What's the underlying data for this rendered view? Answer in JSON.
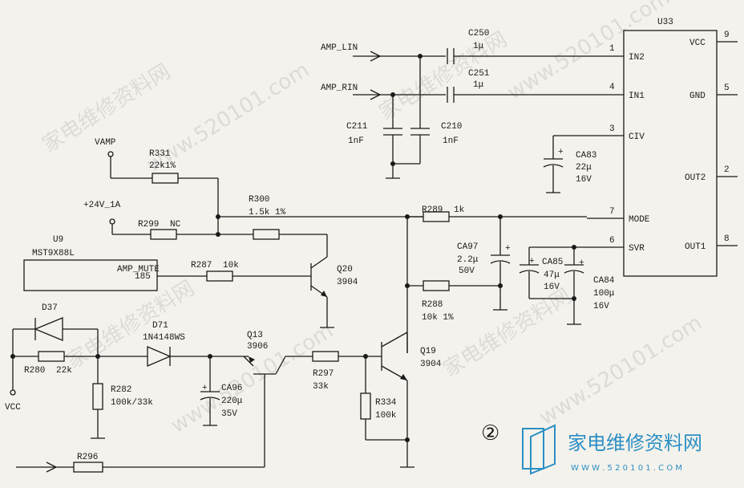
{
  "signals": {
    "amp_lin": "AMP_LIN",
    "amp_rin": "AMP_RIN",
    "vamp": "VAMP",
    "v24": "+24V_1A",
    "vcc": "VCC",
    "amp_mute": "AMP_MUTE"
  },
  "u33": {
    "ref": "U33",
    "pins": [
      {
        "num": "1",
        "name": "IN2"
      },
      {
        "num": "4",
        "name": "IN1"
      },
      {
        "num": "3",
        "name": "CIV"
      },
      {
        "num": "7",
        "name": "MODE"
      },
      {
        "num": "6",
        "name": "SVR"
      },
      {
        "num": "9",
        "name": "VCC"
      },
      {
        "num": "5",
        "name": "GND"
      },
      {
        "num": "2",
        "name": "OUT2"
      },
      {
        "num": "8",
        "name": "OUT1"
      }
    ]
  },
  "u9": {
    "ref": "U9",
    "part": "MST9X88L",
    "pin": "185"
  },
  "components": {
    "c250": {
      "ref": "C250",
      "val": "1μ"
    },
    "c251": {
      "ref": "C251",
      "val": "1μ"
    },
    "c211": {
      "ref": "C211",
      "val": "1nF"
    },
    "c210": {
      "ref": "C210",
      "val": "1nF"
    },
    "ca83": {
      "ref": "CA83",
      "val": "22μ",
      "volt": "16V"
    },
    "r331": {
      "ref": "R331",
      "val": "22k1%"
    },
    "r300": {
      "ref": "R300",
      "val": "1.5k 1%"
    },
    "r299": {
      "ref": "R299",
      "val": "NC"
    },
    "r289": {
      "ref": "R289",
      "val": "1k"
    },
    "ca97": {
      "ref": "CA97",
      "val": "2.2μ",
      "volt": "50V"
    },
    "ca85": {
      "ref": "CA85",
      "val": "47μ",
      "volt": "16V"
    },
    "ca84": {
      "ref": "CA84",
      "val": "100μ",
      "volt": "16V"
    },
    "r287": {
      "ref": "R287",
      "val": "10k"
    },
    "q20": {
      "ref": "Q20",
      "val": "3904"
    },
    "r288": {
      "ref": "R288",
      "val": "10k 1%"
    },
    "d37": {
      "ref": "D37"
    },
    "d71": {
      "ref": "D71",
      "val": "1N4148WS"
    },
    "r280": {
      "ref": "R280",
      "val": "22k"
    },
    "r282": {
      "ref": "R282",
      "val": "100k/33k"
    },
    "ca96": {
      "ref": "CA96",
      "val": "220μ",
      "volt": "35V"
    },
    "q13": {
      "ref": "Q13",
      "val": "3906"
    },
    "r297": {
      "ref": "R297",
      "val": "33k"
    },
    "q19": {
      "ref": "Q19",
      "val": "3904"
    },
    "r334": {
      "ref": "R334",
      "val": "100k"
    },
    "r296": {
      "ref": "R296"
    }
  },
  "figure_marker": "②",
  "logo": {
    "text": "家电维修资料网",
    "url": "W W W . 5 2 0 1 0 1 . C O M"
  },
  "watermark": {
    "cn": "家电维修资料网",
    "url": "www.520101.com"
  }
}
